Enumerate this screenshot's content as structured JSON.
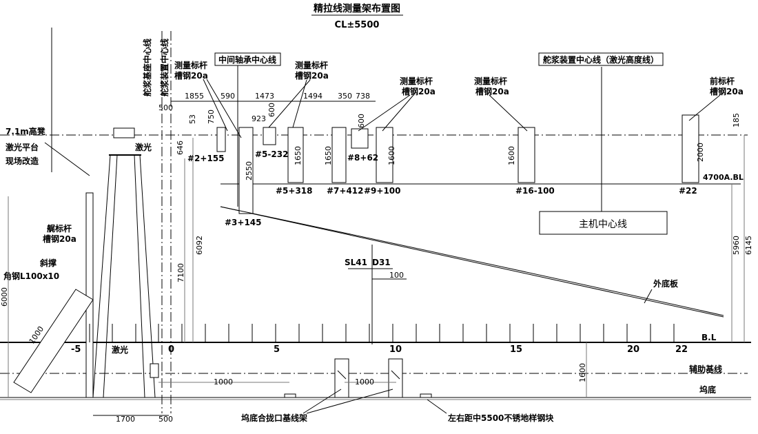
{
  "title": "精拉线测量架布置图",
  "subtitle": "CL±5500",
  "labels": {
    "rudder_base_cl": "舵浆基座中心线",
    "rudder_device_cl": "舵浆装置中心线",
    "mid_bearing_cl": "中间轴承中心线",
    "rudder_device_laser": "舵浆装置中心线（激光高度线）",
    "main_engine_cl": "主机中心线",
    "laser_platform": [
      "7.1m高凳",
      "激光平台",
      "现场改造"
    ],
    "laser_top": "激光",
    "laser_bottom": "激光",
    "aft_pole": [
      "艉标杆",
      "槽钢20a"
    ],
    "brace": [
      "斜撑",
      "角钢L100x10"
    ],
    "fore_pole": [
      "前标杆",
      "槽钢20a"
    ],
    "outer_bottom": "外底板",
    "bl_right": "B.L",
    "bl_4700": "4700A.BL",
    "aux_baseline": "辅助基线",
    "dock_floor": "坞底",
    "dock_frame": "坞底合拢口基线架",
    "steel_block": "左右距中5500不锈地样钢块",
    "sl41": "SL41",
    "d31": "D31"
  },
  "poles": [
    {
      "line1": "测量标杆",
      "line2": "槽钢20a"
    },
    {
      "line1": "测量标杆",
      "line2": "槽钢20a"
    },
    {
      "line1": "测量标杆",
      "line2": "槽钢20a"
    },
    {
      "line1": "测量标杆",
      "line2": "槽钢20a"
    }
  ],
  "frames": [
    "#2+155",
    "#3+145",
    "#5-232",
    "#5+318",
    "#7+412",
    "#8+62",
    "#9+100",
    "#16-100",
    "#22"
  ],
  "dims_top": [
    "1855",
    "590",
    "1473",
    "1494",
    "350",
    "738",
    "923"
  ],
  "dims_vertical": [
    "500",
    "53",
    "750",
    "600",
    "646",
    "2550",
    "1650",
    "1650",
    "600",
    "1600",
    "1600",
    "2000",
    "185",
    "6092",
    "7100",
    "5960",
    "6145",
    "6000",
    "1000",
    "1600"
  ],
  "dims_other": [
    "100",
    "1000",
    "1000",
    "1700",
    "500"
  ],
  "frame_numbers": [
    "-5",
    "0",
    "5",
    "10",
    "15",
    "20",
    "22"
  ]
}
